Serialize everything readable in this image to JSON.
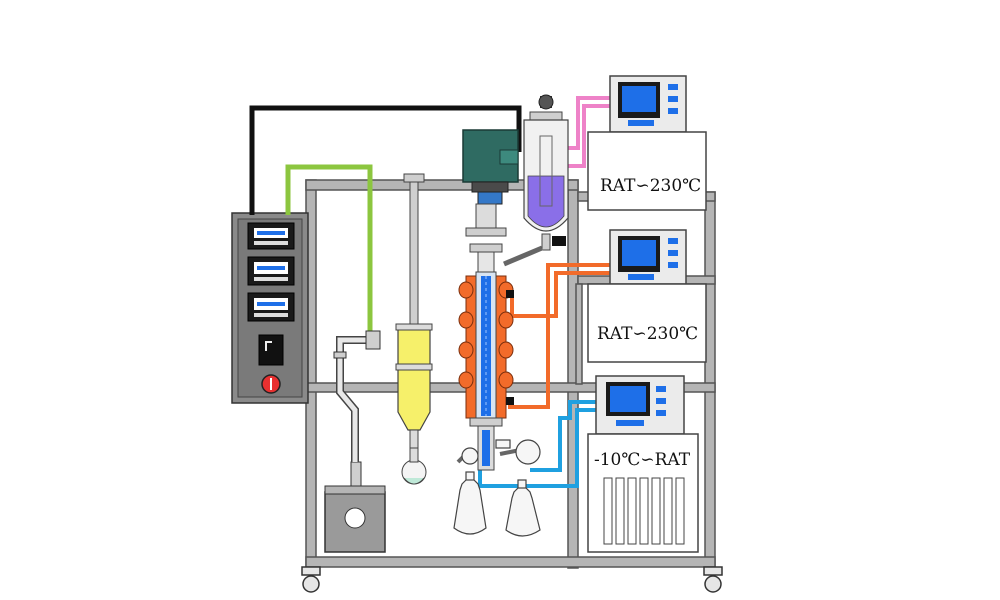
{
  "labels": {
    "heater_top": "RAT∽230℃",
    "heater_middle": "RAT∽230℃",
    "chiller": "-10℃∽RAT"
  },
  "colors": {
    "frame": "#b5b5b5",
    "frame_stroke": "#555555",
    "cabinet": "#ebebeb",
    "panel": "#7a7a7a",
    "black_cable": "#111111",
    "green_line": "#8cc63f",
    "pink_line": "#ee82c8",
    "orange_line": "#f26b2a",
    "blue_line": "#1fa0e0",
    "screen": "#1e6fe8",
    "motor": "#2f6b62",
    "feed_liquid": "#8a6fe8",
    "condenser_liquid": "#f6f06a",
    "stop_button": "#e83030"
  },
  "icons": [
    "display-icon",
    "power-switch-icon",
    "emergency-stop-icon",
    "caster-wheel-icon"
  ]
}
